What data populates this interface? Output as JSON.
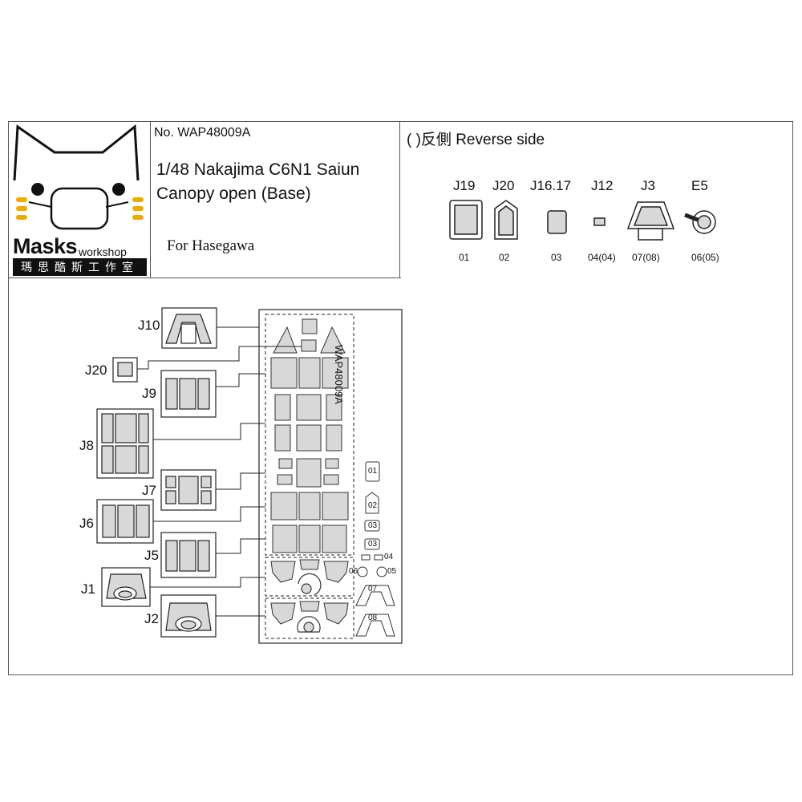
{
  "header": {
    "product_no": "No. WAP48009A",
    "title_line1": "1/48 Nakajima C6N1 Saiun",
    "title_line2": "Canopy open (Base)",
    "for_kit": "For Hasegawa",
    "reverse_side": "( )反側 Reverse side"
  },
  "brand": {
    "name": "Masks",
    "sub": "workshop",
    "cjk": "瑪思酷斯工作室"
  },
  "reverse_parts": [
    {
      "label": "J19",
      "number": "01"
    },
    {
      "label": "J20",
      "number": "02"
    },
    {
      "label": "J16.17",
      "number": "03"
    },
    {
      "label": "J12",
      "number": "04(04)"
    },
    {
      "label": "J3",
      "number": "07(08)"
    },
    {
      "label": "E5",
      "number": "06(05)"
    }
  ],
  "sheet": {
    "code": "WAP48009A",
    "small_numbers": [
      "01",
      "02",
      "03",
      "03",
      "04",
      "06",
      "05",
      "07",
      "08"
    ]
  },
  "callouts": [
    "J10",
    "J20",
    "J9",
    "J8",
    "J7",
    "J6",
    "J5",
    "J1",
    "J2"
  ],
  "colors": {
    "mask_fill": "#d8d8d8",
    "line": "#222222",
    "brand_bar": "#111111"
  }
}
